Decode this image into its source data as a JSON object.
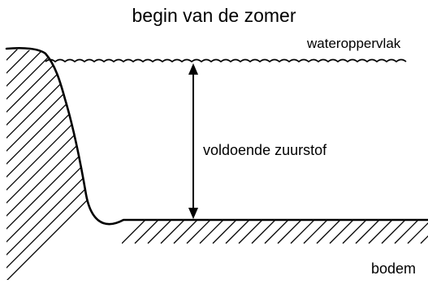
{
  "title": "begin van de zomer",
  "labels": {
    "surface": "wateroppervlak",
    "depth": "voldoende zuurstof",
    "bottom": "bodem"
  },
  "colors": {
    "ink": "#000000",
    "background": "#ffffff"
  }
}
